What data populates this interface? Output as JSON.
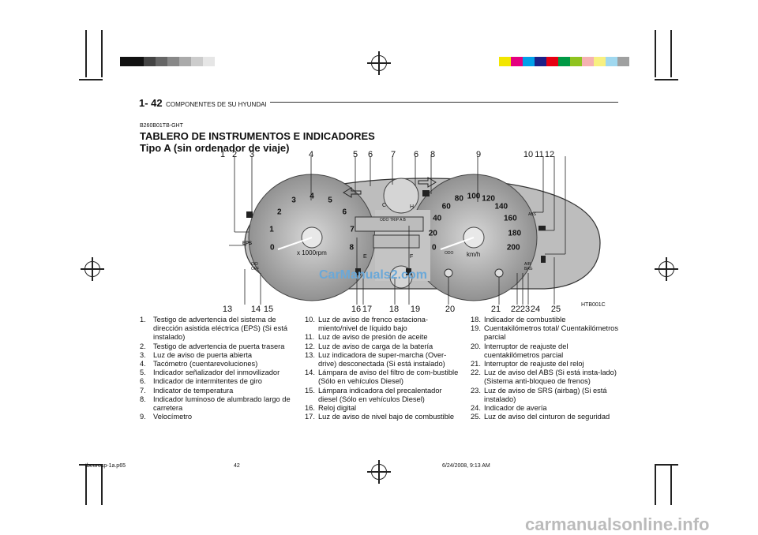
{
  "header": {
    "page_number": "1- 42",
    "section": "COMPONENTES DE SU HYUNDAI"
  },
  "doc_code": "B260B01TB-GHT",
  "title_line1": "TABLERO DE INSTRUMENTOS E INDICADORES",
  "title_line2": "Tipo A (sin ordenador de viaje)",
  "figure_code": "HTB001C",
  "watermark": "CarManuals2.com",
  "callouts_top": [
    "1",
    "2",
    "3",
    "4",
    "5",
    "6",
    "7",
    "6",
    "8",
    "9",
    "10",
    "11",
    "12"
  ],
  "callouts_bottom": [
    "13",
    "14",
    "15",
    "16",
    "17",
    "18",
    "19",
    "20",
    "21",
    "22",
    "23",
    "24",
    "25"
  ],
  "tach": {
    "numbers": [
      "0",
      "1",
      "2",
      "3",
      "4",
      "5",
      "6",
      "7",
      "8"
    ],
    "unit": "x 1000rpm",
    "temp_c": "C",
    "temp_h": "H",
    "fuel_e": "E",
    "fuel_f": "F"
  },
  "speedo": {
    "numbers": [
      "0",
      "20",
      "40",
      "60",
      "80",
      "100",
      "120",
      "140",
      "160",
      "180",
      "200"
    ],
    "unit": "km/h",
    "odo_btn": "ODO",
    "display_label": "ODO TRIP A B"
  },
  "indicator_labels": {
    "eps": "EPS",
    "od_off": "O/D OFF",
    "abs": "ABS",
    "air_bag": "AIR BAG"
  },
  "list_col1": [
    {
      "n": "1.",
      "t": "Testigo de advertencia del sistema de dirección asistida eléctrica (EPS) (Si está instalado)"
    },
    {
      "n": "2.",
      "t": "Testigo de advertencia de puerta trasera"
    },
    {
      "n": "3.",
      "t": "Luz de aviso de puerta abierta"
    },
    {
      "n": "4.",
      "t": "Tacómetro (cuentarevoluciones)"
    },
    {
      "n": "5.",
      "t": "Indicador señalizador del inmovilizador"
    },
    {
      "n": "6.",
      "t": "Indicador de intermitentes de giro"
    },
    {
      "n": "7.",
      "t": "Indicator de temperatura"
    },
    {
      "n": "8.",
      "t": "Indicador luminoso de alumbrado largo de carretera"
    },
    {
      "n": "9.",
      "t": "Velocímetro"
    }
  ],
  "list_col2": [
    {
      "n": "10.",
      "t": "Luz de aviso de frenco estaciona-miento/nivel de líquido bajo"
    },
    {
      "n": "11.",
      "t": "Luz de aviso de presión de aceite"
    },
    {
      "n": "12.",
      "t": "Luz de aviso de carga de la batería"
    },
    {
      "n": "13.",
      "t": "Luz indicadora de super-marcha (Over-drive) desconectada (Si está instalado)"
    },
    {
      "n": "14.",
      "t": "Lámpara de aviso del filtro de com-bustible (Sólo en vehículos Diesel)"
    },
    {
      "n": "15.",
      "t": "Lámpara indicadora del precalentador diesel (Sólo en vehículos Diesel)"
    },
    {
      "n": "16.",
      "t": "Reloj digital"
    },
    {
      "n": "17.",
      "t": "Luz de aviso de nivel bajo de combustible"
    }
  ],
  "list_col3": [
    {
      "n": "18.",
      "t": "Indicador de combustible"
    },
    {
      "n": "19.",
      "t": "Cuentakilómetros total/ Cuentakilómetros parcial"
    },
    {
      "n": "20.",
      "t": "Interruptor de reajuste del cuentakilómetros parcial"
    },
    {
      "n": "21.",
      "t": "Interruptor de reajuste del reloj"
    },
    {
      "n": "22.",
      "t": "Luz de aviso del ABS (Si está insta-lado)(Sistema anti-bloqueo de frenos)"
    },
    {
      "n": "23.",
      "t": "Luz de aviso de SRS (airbag) (Si está instalado)"
    },
    {
      "n": "24.",
      "t": "Indicador de avería"
    },
    {
      "n": "25.",
      "t": "Luz de aviso del cinturon de seguridad"
    }
  ],
  "footer": {
    "file": "tbeurosp-1a.p65",
    "page": "42",
    "date": "6/24/2008, 9:13 AM"
  },
  "site": "carmanualsonline.info",
  "colors": {
    "bar_left": [
      "#111111",
      "#111111",
      "#444444",
      "#666666",
      "#888888",
      "#aaaaaa",
      "#cccccc",
      "#e6e6e6"
    ],
    "bar_right": [
      "#f2e600",
      "#e4007f",
      "#00a0e9",
      "#1d2088",
      "#e60012",
      "#009944",
      "#8fc31f",
      "#f5b2b2",
      "#f8f080",
      "#a0d8ef",
      "#9fa0a0"
    ],
    "watermark": "#6aa8d8"
  }
}
